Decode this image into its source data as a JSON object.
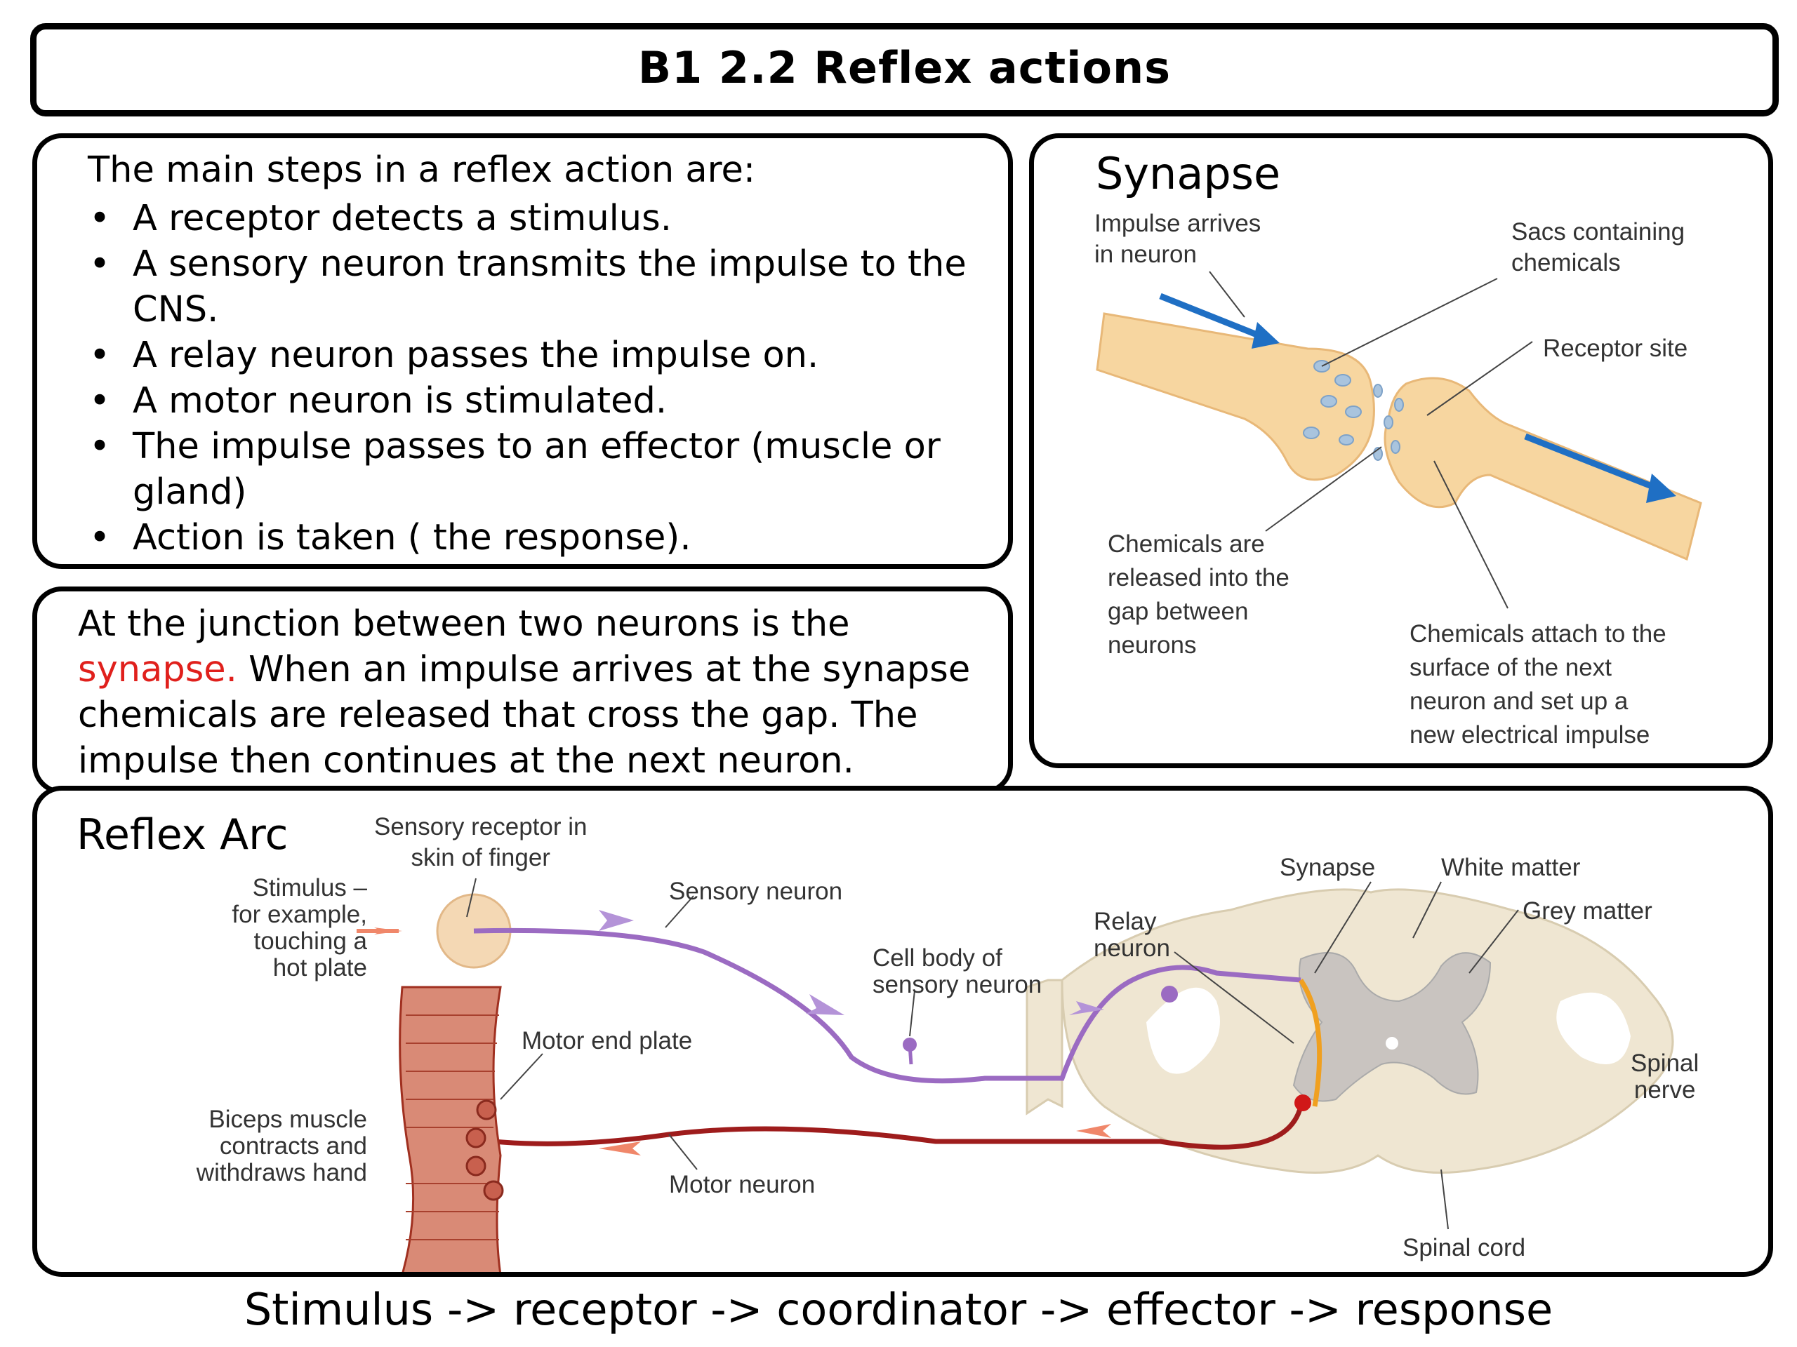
{
  "title": "B1 2.2 Reflex actions",
  "steps": {
    "intro": "The main steps in a reflex action are:",
    "items": [
      "A receptor detects a stimulus.",
      "A sensory neuron transmits the impulse to the CNS.",
      "A relay neuron passes the impulse on.",
      "A motor neuron is stimulated.",
      "The impulse passes to an effector (muscle or gland)",
      "Action is taken ( the response)."
    ]
  },
  "junction": {
    "before": "At the junction between two neurons is the ",
    "highlight": "synapse.",
    "after": " When an impulse arrives at the synapse chemicals are released that cross the gap.  The impulse then continues at the next neuron.",
    "highlight_color": "#e0201c"
  },
  "synapse_diagram": {
    "heading": "Synapse",
    "labels": {
      "impulse_arrives": "Impulse arrives\nin neuron",
      "sacs": "Sacs containing\nchemicals",
      "receptor_site": "Receptor site",
      "chemicals_released": "Chemicals are\nreleased into the\ngap between\nneurons",
      "chemicals_attach": "Chemicals attach to the\nsurface of the next\nneuron and set up a\nnew electrical impulse"
    }
  },
  "reflex_arc": {
    "heading": "Reflex Arc",
    "labels": {
      "sensory_receptor": "Sensory receptor in\nskin of finger",
      "stimulus": "Stimulus –\nfor example,\ntouching a\nhot plate",
      "sensory_neuron": "Sensory neuron",
      "cell_body": "Cell body of\nsensory neuron",
      "relay_neuron": "Relay\nneuron",
      "synapse": "Synapse",
      "white_matter": "White matter",
      "grey_matter": "Grey matter",
      "spinal_nerve": "Spinal\nnerve",
      "spinal_cord": "Spinal cord",
      "motor_end_plate": "Motor end plate",
      "motor_neuron": "Motor neuron",
      "biceps": "Biceps muscle\ncontracts and\nwithdraws hand"
    }
  },
  "sequence": "Stimulus  -> receptor -> coordinator -> effector -> response",
  "colors": {
    "sensory": "#9b6bc2",
    "motor": "#9e1c1c",
    "relay": "#f0a020",
    "neuron_fill": "#f7d6a0",
    "cord_fill": "#efe6d2",
    "grey_matter": "#c9c4c0",
    "arrow_blue": "#1f6fc4"
  }
}
